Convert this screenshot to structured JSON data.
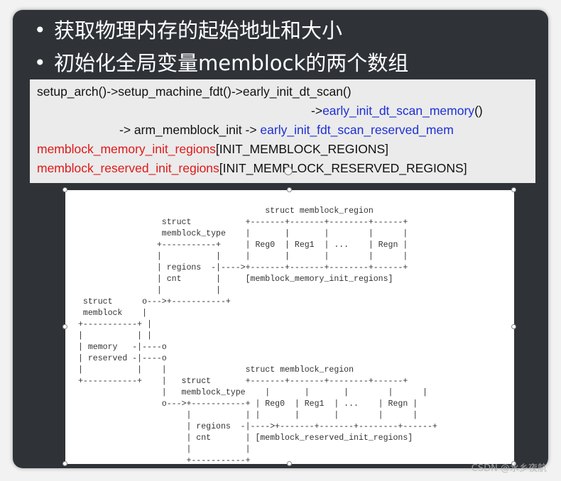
{
  "slide": {
    "bullets": [
      "获取物理内存的起始地址和大小",
      "初始化全局变量memblock的两个数组"
    ],
    "bullet_symbol": "•"
  },
  "code": {
    "line1": "setup_arch()->setup_machine_fdt()->early_init_dt_scan()",
    "line2_prefix": "->",
    "line2_func": "early_init_dt_scan_memory",
    "line2_suffix": "()",
    "line3_prefix": "-> arm_memblock_init -> ",
    "line3_func": "early_init_fdt_scan_reserved_mem",
    "line4_name": "memblock_memory_init_regions",
    "line4_rest": "[INIT_MEMBLOCK_REGIONS]",
    "line5_name": "memblock_reserved_init_regions",
    "line5_rest": "[INIT_MEMBLOCK_RESERVED_REGIONS]"
  },
  "diagram": {
    "ascii": "                                      struct memblock_region\n                 struct           +-------+-------+--------+------+\n                 memblock_type    |       |       |        |      |\n                +-----------+     | Reg0  | Reg1  | ...    | Regn |\n                |           |     |       |       |        |      |\n                | regions  -|---->+-------+-------+--------+------+\n                | cnt       |     [memblock_memory_init_regions]\n                |           |\n struct      o--->+-----------+\n memblock    |\n+-----------+ |\n|           | |\n| memory   -|----o\n| reserved -|----o\n|           |    |                struct memblock_region\n+-----------+    |   struct       +-------+-------+--------+------+\n                 |   memblock_type    |       |       |        |      |\n                 o--->+-----------+ | Reg0  | Reg1  | ...    | Regn |\n                      |           | |       |       |        |      |\n                      | regions  -|---->+-------+-------+--------+------+\n                      | cnt       | [memblock_reserved_init_regions]\n                      |           |\n                      +-----------+"
  },
  "watermark": "CSDN @水乡夜航",
  "colors": {
    "slide_bg": "#2f3338",
    "code_bg": "#ebebeb",
    "blue_text": "#1c2fd6",
    "red_text": "#e01818"
  }
}
